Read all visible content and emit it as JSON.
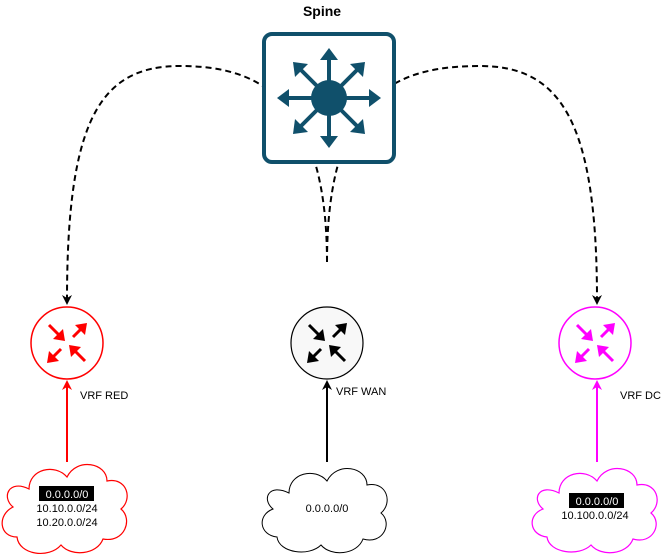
{
  "spine": {
    "title": "Spine"
  },
  "routers": {
    "red": {
      "label": "VRF RED",
      "color": "#ff0000"
    },
    "wan": {
      "label": "VRF WAN",
      "color": "#000000"
    },
    "dc": {
      "label": "VRF DC",
      "color": "#ff00ff"
    }
  },
  "clouds": {
    "red": {
      "highlight": "0.0.0.0/0",
      "lines": [
        "10.10.0.0/24",
        "10.20.0.0/24"
      ]
    },
    "wan": {
      "lines": [
        "0.0.0.0/0"
      ]
    },
    "dc": {
      "highlight": "0.0.0.0/0",
      "lines": [
        "10.100.0.0/24"
      ]
    }
  },
  "colors": {
    "spine_fill": "#ffffff",
    "spine_stroke": "#10506b",
    "red": "#ff0000",
    "magenta": "#ff00ff",
    "black": "#000000"
  }
}
